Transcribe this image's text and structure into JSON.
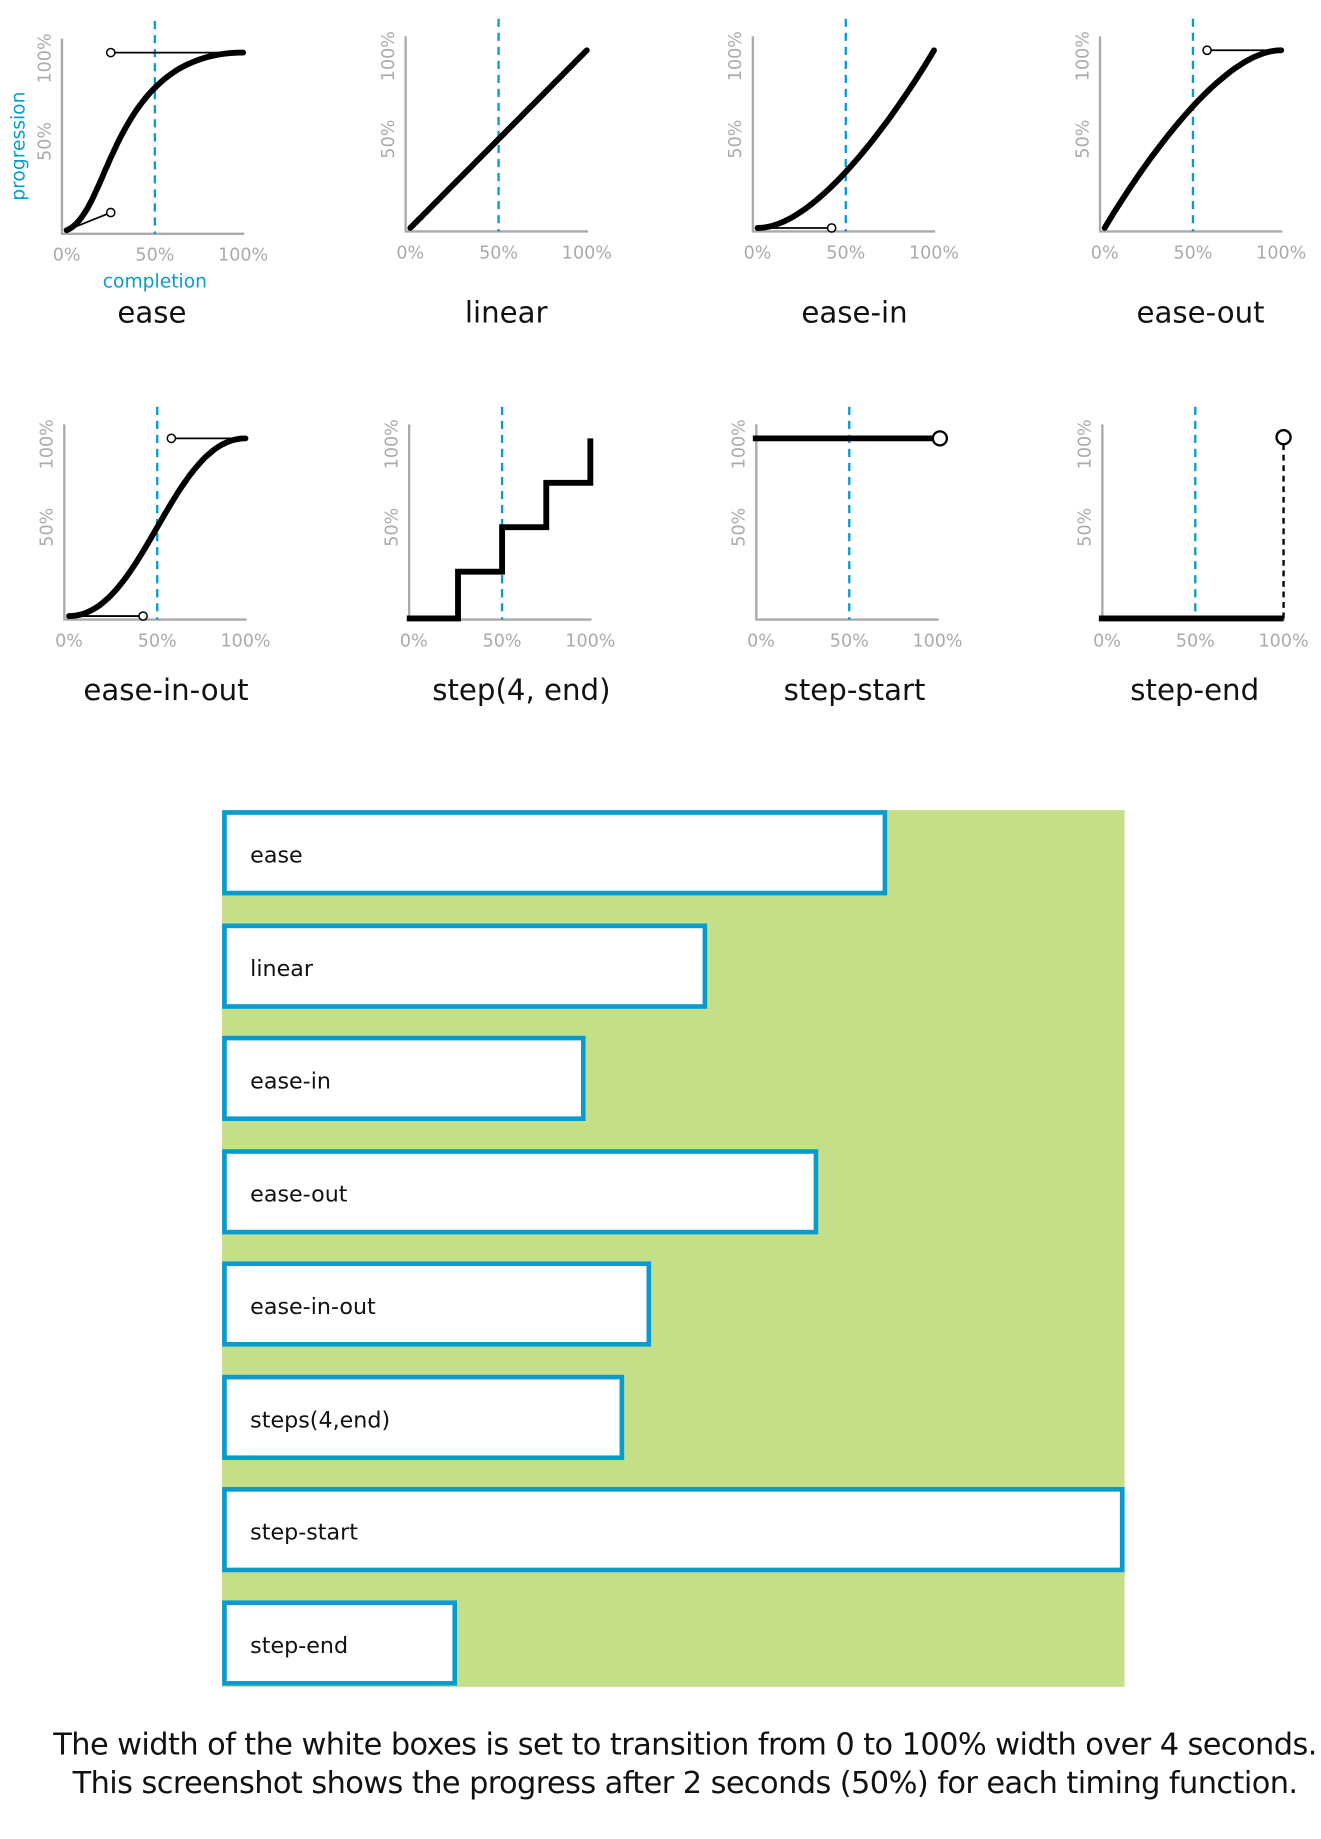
{
  "colors": {
    "accent": "#0a9bcc",
    "curve": "#000000",
    "axis": "#aaaaaa",
    "demo_bg": "#c5df88"
  },
  "axis_labels": {
    "y": "progression",
    "x": "completion",
    "ticks": [
      "0%",
      "50%",
      "100%"
    ]
  },
  "charts": [
    {
      "title": "ease",
      "kind": "bezier",
      "p": [
        0.25,
        0.1,
        0.25,
        1
      ]
    },
    {
      "title": "linear",
      "kind": "bezier",
      "p": [
        0,
        0,
        1,
        1
      ]
    },
    {
      "title": "ease-in",
      "kind": "bezier",
      "p": [
        0.42,
        0,
        1,
        1
      ]
    },
    {
      "title": "ease-out",
      "kind": "bezier",
      "p": [
        0,
        0,
        0.58,
        1
      ]
    },
    {
      "title": "ease-in-out",
      "kind": "bezier",
      "p": [
        0.42,
        0,
        0.58,
        1
      ]
    },
    {
      "title": "step(4,  end)",
      "kind": "steps",
      "steps": 4,
      "position": "end"
    },
    {
      "title": "step-start",
      "kind": "steps",
      "steps": 1,
      "position": "start"
    },
    {
      "title": "step-end",
      "kind": "steps",
      "steps": 1,
      "position": "end"
    }
  ],
  "boxes": [
    {
      "label": "ease",
      "width_fraction": 0.737
    },
    {
      "label": "linear",
      "width_fraction": 0.538
    },
    {
      "label": "ease-in",
      "width_fraction": 0.403
    },
    {
      "label": "ease-out",
      "width_fraction": 0.66
    },
    {
      "label": "ease-in-out",
      "width_fraction": 0.476
    },
    {
      "label": "steps(4,end)",
      "width_fraction": 0.446
    },
    {
      "label": "step-start",
      "width_fraction": 1.0
    },
    {
      "label": "step-end",
      "width_fraction": 0.261
    }
  ],
  "caption": {
    "line1": "The width of the white boxes is set to transition from 0 to 100% width over 4 seconds.",
    "line2": "This screenshot shows the progress after 2 seconds (50%) for each timing function."
  }
}
